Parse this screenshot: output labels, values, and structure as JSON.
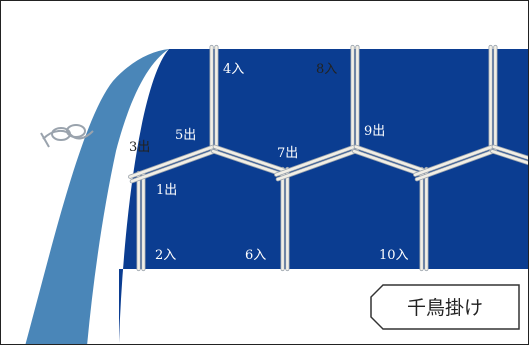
{
  "colors": {
    "net": "#0b3d91",
    "blade": "#4a86b8",
    "thread": "#f2efe6",
    "thread_shadow": "#9aa3ad",
    "label_on_net": "#ffffff",
    "label_on_white": "#222222"
  },
  "labels": {
    "p1": "1出",
    "p2": "2入",
    "p3": "3出",
    "p4": "4入",
    "p5": "5出",
    "p6": "6入",
    "p7": "7出",
    "p8": "8入",
    "p9": "9出",
    "p10": "10入"
  },
  "caption": "千鳥掛け",
  "icons": {
    "knot": "rope-knot-icon"
  }
}
